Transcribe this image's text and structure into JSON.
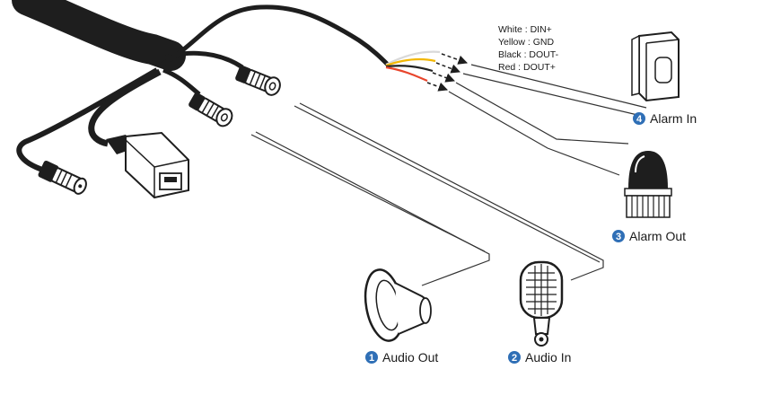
{
  "wire_legend": [
    {
      "text": "White : DIN+",
      "color": "#d9d9d9"
    },
    {
      "text": "Yellow : GND",
      "color": "#f2b705"
    },
    {
      "text": "Black : DOUT-",
      "color": "#222222"
    },
    {
      "text": "Red : DOUT+",
      "color": "#e8452c"
    }
  ],
  "devices": [
    {
      "id": "alarm_in",
      "number": "4",
      "label": "Alarm In"
    },
    {
      "id": "alarm_out",
      "number": "3",
      "label": "Alarm Out"
    },
    {
      "id": "audio_out",
      "number": "1",
      "label": "Audio Out"
    },
    {
      "id": "audio_in",
      "number": "2",
      "label": "Audio In"
    }
  ],
  "colors": {
    "cable": "#1e1e1e",
    "badge": "#2f6fb6",
    "leader": "#333333"
  },
  "icons": [
    "ethernet-connector-icon",
    "dc-power-jack-icon",
    "rca-connector-icon",
    "pir-sensor-icon",
    "siren-light-icon",
    "speaker-icon",
    "microphone-icon"
  ]
}
